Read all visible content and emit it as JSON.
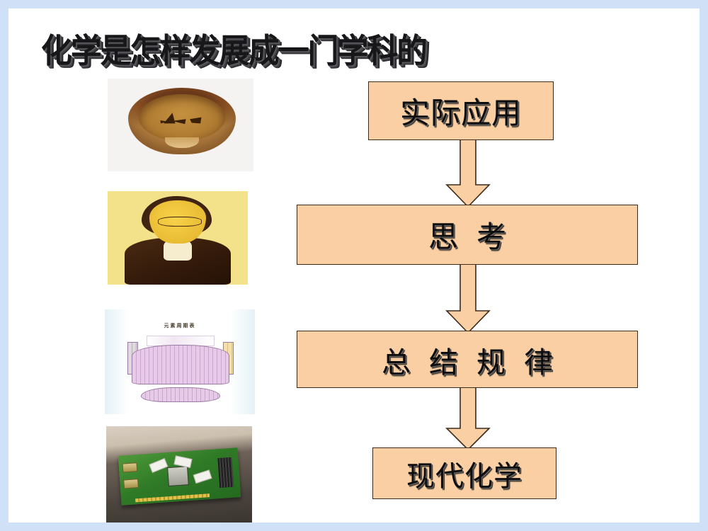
{
  "slide": {
    "title": "化学是怎样发展成一门学科的",
    "background_color": "#ffffff",
    "frame_color": "#cfe0f7"
  },
  "colors": {
    "box_fill": "#f9cfa3",
    "box_border": "#3c2a1a",
    "arrow_fill": "#f9cfa3",
    "arrow_border": "#3c2a1a",
    "title_text": "#17171a",
    "label_text": "#0d0d0f"
  },
  "flowchart": {
    "orientation": "vertical",
    "nodes": [
      {
        "id": "application",
        "label": "实际应用"
      },
      {
        "id": "thinking",
        "label": "思考"
      },
      {
        "id": "summary",
        "label": "总结规律"
      },
      {
        "id": "modern",
        "label": "现代化学"
      }
    ],
    "arrows": [
      {
        "id": "arrow-1",
        "from": "application",
        "to": "thinking",
        "direction": "down"
      },
      {
        "id": "arrow-2",
        "from": "thinking",
        "to": "summary",
        "direction": "down"
      },
      {
        "id": "arrow-3",
        "from": "summary",
        "to": "modern",
        "direction": "down"
      }
    ]
  },
  "photos": [
    {
      "id": "pottery",
      "caption": "彩陶碗",
      "description": "古代彩陶鱼纹碗照片"
    },
    {
      "id": "portrait",
      "caption": "化学家画像",
      "description": "黄色背景上的化学家肖像素描"
    },
    {
      "id": "periodic",
      "caption": "元素周期表",
      "description": "立体元素周期表挂图",
      "poster_title": "元素周期表"
    },
    {
      "id": "pcb",
      "caption": "电路板",
      "description": "绿色印刷电路板（显卡）照片"
    }
  ]
}
